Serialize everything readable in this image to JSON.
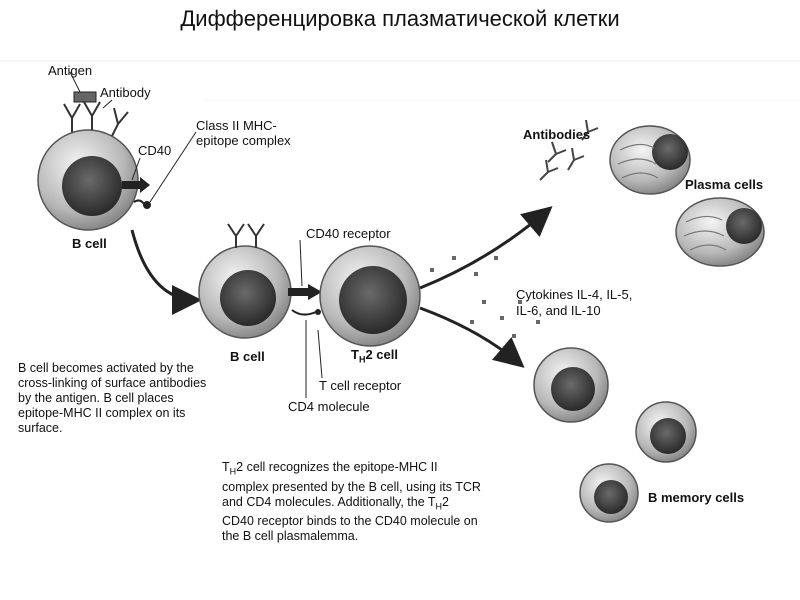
{
  "title": "Дифференцировка плазматической клетки",
  "labels": {
    "antigen": "Antigen",
    "antibody": "Antibody",
    "cd40": "CD40",
    "mhc_line1": "Class II MHC-",
    "mhc_line2": "epitope complex",
    "b_cell": "B cell",
    "cd40_receptor": "CD40 receptor",
    "th2_prefix": "T",
    "th2_sub": "H",
    "th2_suffix": "2 cell",
    "t_cell_receptor": "T cell receptor",
    "cd4_molecule": "CD4 molecule",
    "antibodies": "Antibodies",
    "plasma_cells": "Plasma cells",
    "cytokines_line1": "Cytokines IL-4, IL-5,",
    "cytokines_line2": "IL-6, and IL-10",
    "b_memory_cells": "B memory cells"
  },
  "captions": {
    "activation": "B cell becomes activated by the cross-linking of surface antibodies by the antigen. B cell places epitope-MHC II complex on its surface.",
    "recognition_prefix": "T",
    "recognition_sub1": "H",
    "recognition_mid": "2 cell recognizes the epitope-MHC II complex presented by the B cell, using its TCR and CD4 molecules. Additionally, the T",
    "recognition_sub2": "H",
    "recognition_end": "2 CD40 receptor binds to the CD40 molecule on the B cell plasmalemma."
  }
}
